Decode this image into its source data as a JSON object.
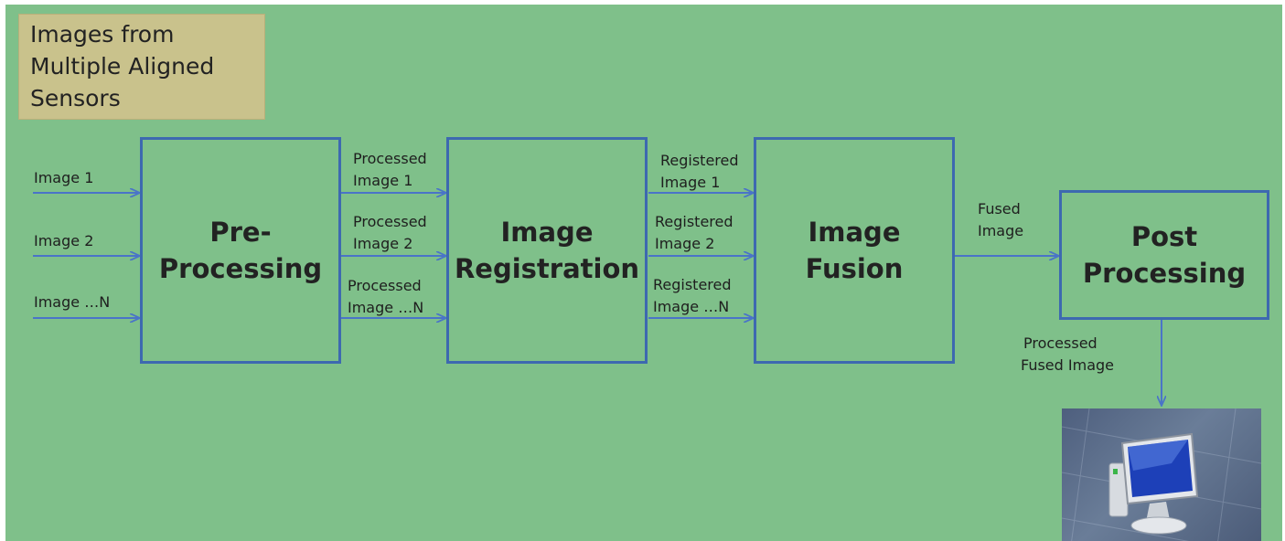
{
  "title": [
    "Images from",
    "Multiple Aligned",
    "Sensors"
  ],
  "boxes": {
    "preprocessing": [
      "Pre-",
      "Processing"
    ],
    "registration": [
      "Image",
      "Registration"
    ],
    "fusion": [
      "Image",
      "Fusion"
    ],
    "postprocessing": [
      "Post",
      "Processing"
    ]
  },
  "inputs": [
    "Image 1",
    "Image 2",
    "Image …N"
  ],
  "processed": [
    [
      "Processed",
      "Image 1"
    ],
    [
      "Processed",
      "Image 2"
    ],
    [
      "Processed",
      "Image …N"
    ]
  ],
  "registered": [
    [
      "Registered",
      "Image 1"
    ],
    [
      "Registered",
      "Image 2"
    ],
    [
      "Registered",
      "Image …N"
    ]
  ],
  "fused": [
    "Fused",
    "Image"
  ],
  "processed_fused": [
    "Processed",
    "Fused Image"
  ],
  "output_icon": "computer-monitor-icon"
}
